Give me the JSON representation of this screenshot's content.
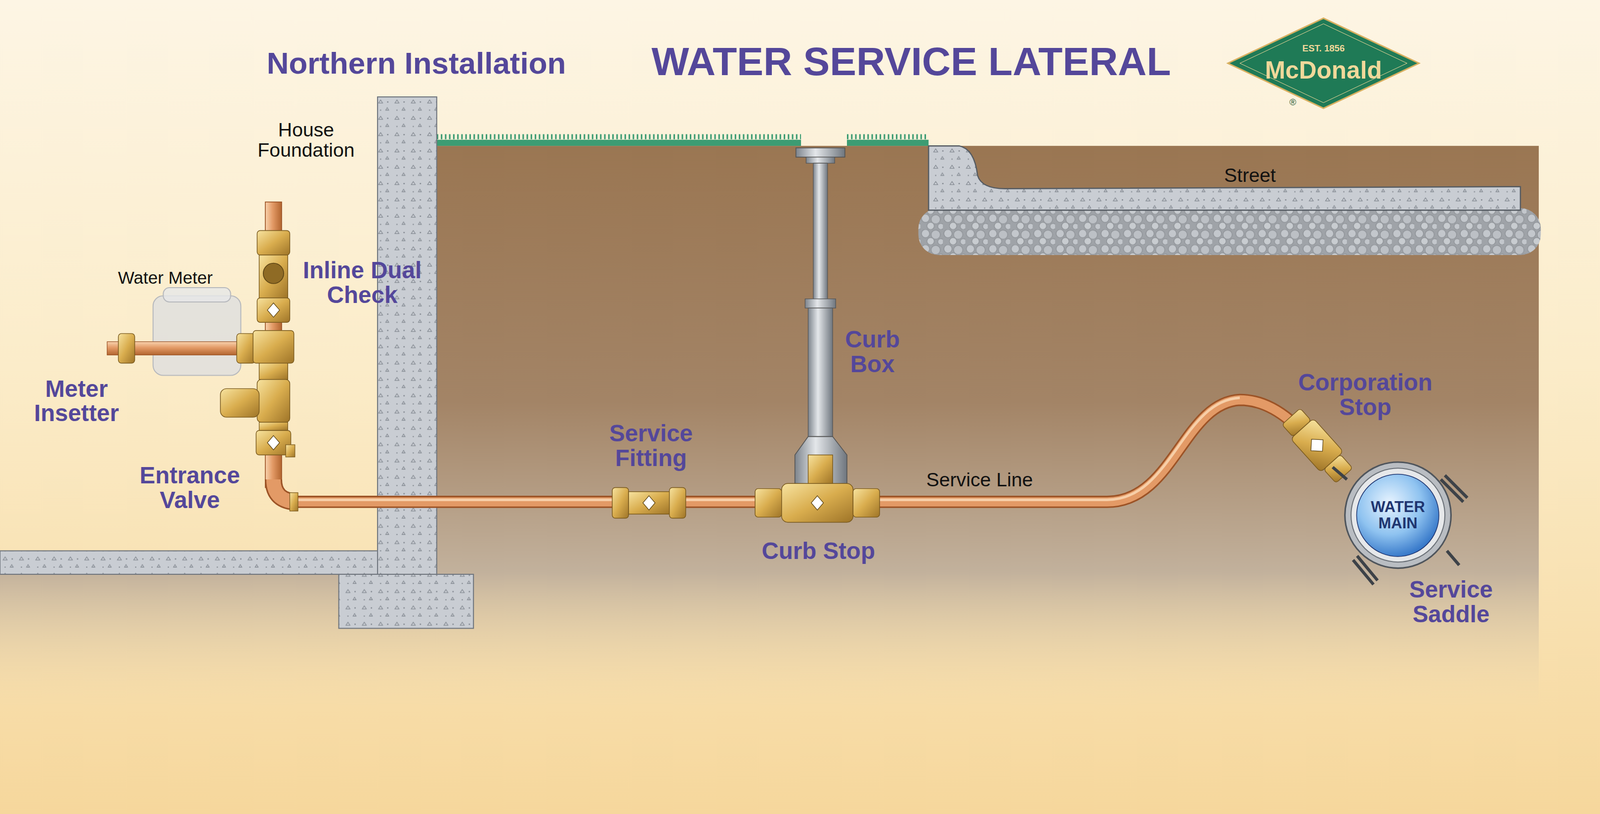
{
  "diagram": {
    "title": "WATER SERVICE LATERAL",
    "nodes": [
      {
        "text": [
          "EST. 1856",
          "McDonald"
        ]
      },
      {
        "text": [
          "WATER MAIN"
        ]
      }
    ],
    "edges": [],
    "labels": [
      "Northern Installation",
      "House Foundation",
      "Street",
      "Water Meter",
      "Inline Dual Check",
      "Meter Insetter",
      "Entrance Valve",
      "Curb Box",
      "Service Fitting",
      "Service Line",
      "Curb Stop",
      "Corporation Stop",
      "Service Saddle",
      "®"
    ]
  }
}
